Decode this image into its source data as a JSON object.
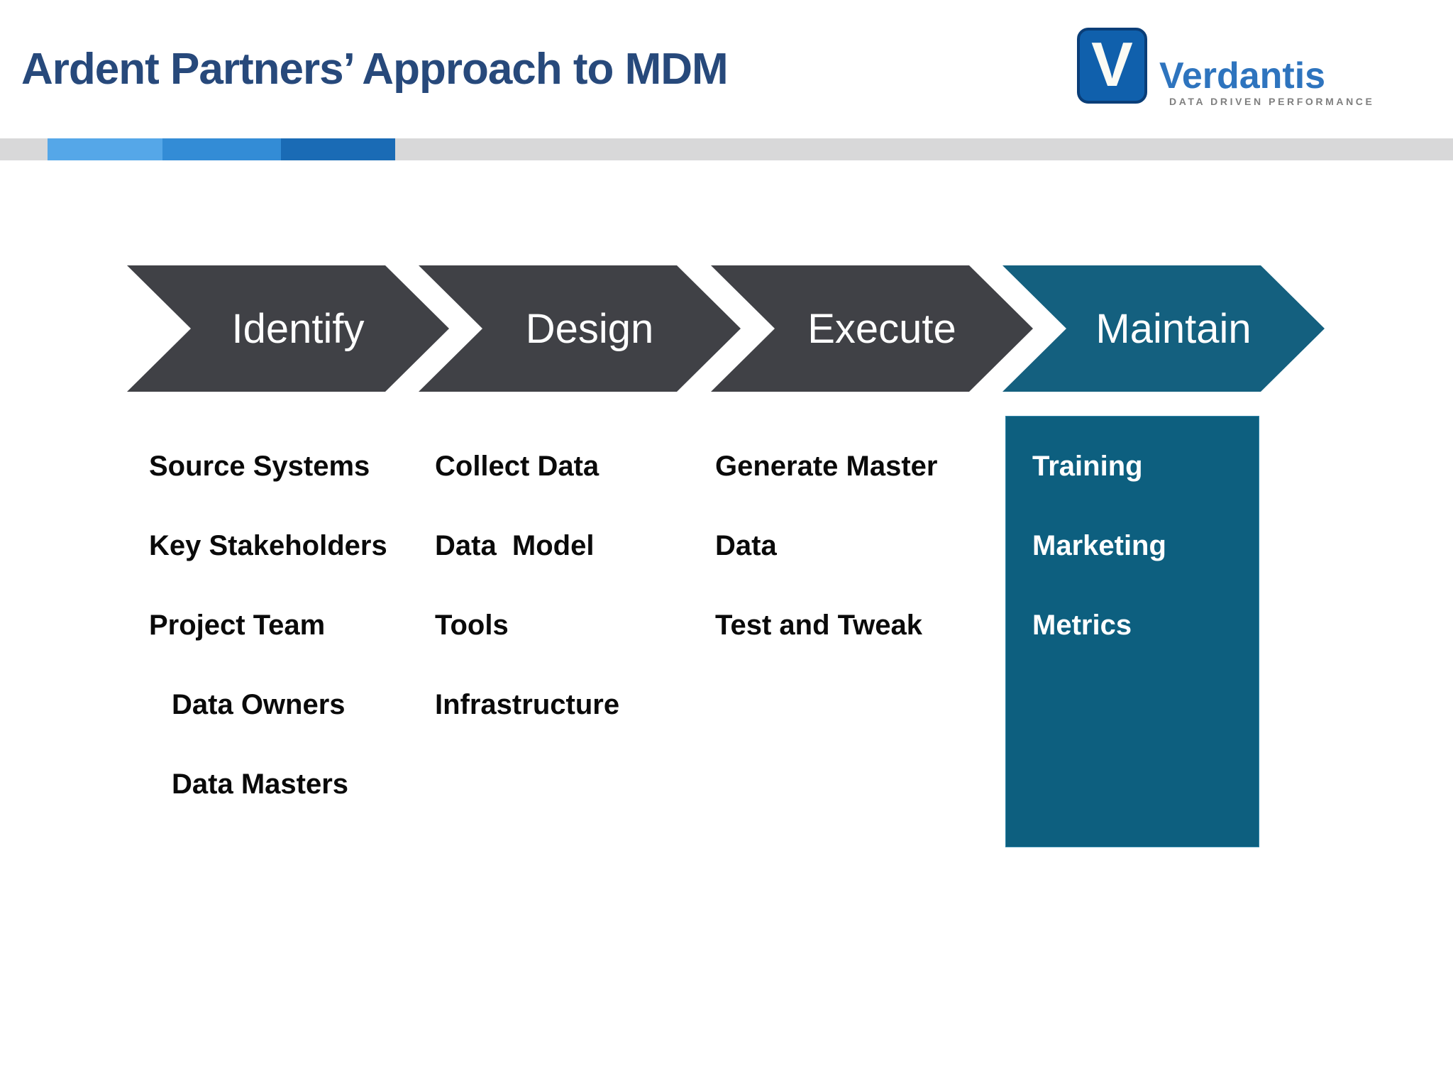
{
  "title": "Ardent Partners’ Approach to MDM",
  "logo": {
    "letter": "V",
    "brand": "Verdantis",
    "tagline": "DATA DRIVEN PERFORMANCE",
    "mark_color": "#1060AC",
    "brand_color": "#2E74BE",
    "tagline_color": "#7F7F7F"
  },
  "stripe": {
    "base_color": "#D8D8D9",
    "segment_colors": [
      "#55A7E8",
      "#338CD6",
      "#1A6BB5"
    ]
  },
  "process": {
    "steps": [
      {
        "label": "Identify",
        "color": "#404146",
        "items": [
          "Source Systems",
          "Key Stakeholders",
          "Project Team",
          "Data Owners",
          "Data Masters"
        ]
      },
      {
        "label": "Design",
        "color": "#404146",
        "items": [
          "Collect Data",
          "Data  Model",
          "Tools",
          "Infrastructure"
        ]
      },
      {
        "label": "Execute",
        "color": "#404146",
        "items": [
          "Generate Master",
          "Data",
          "Test and Tweak"
        ]
      },
      {
        "label": "Maintain",
        "color": "#14607F",
        "panel_color": "#0D5F7F",
        "item_text_color": "#FFFFFF",
        "items": [
          "Training",
          "Marketing",
          "Metrics"
        ]
      }
    ]
  }
}
